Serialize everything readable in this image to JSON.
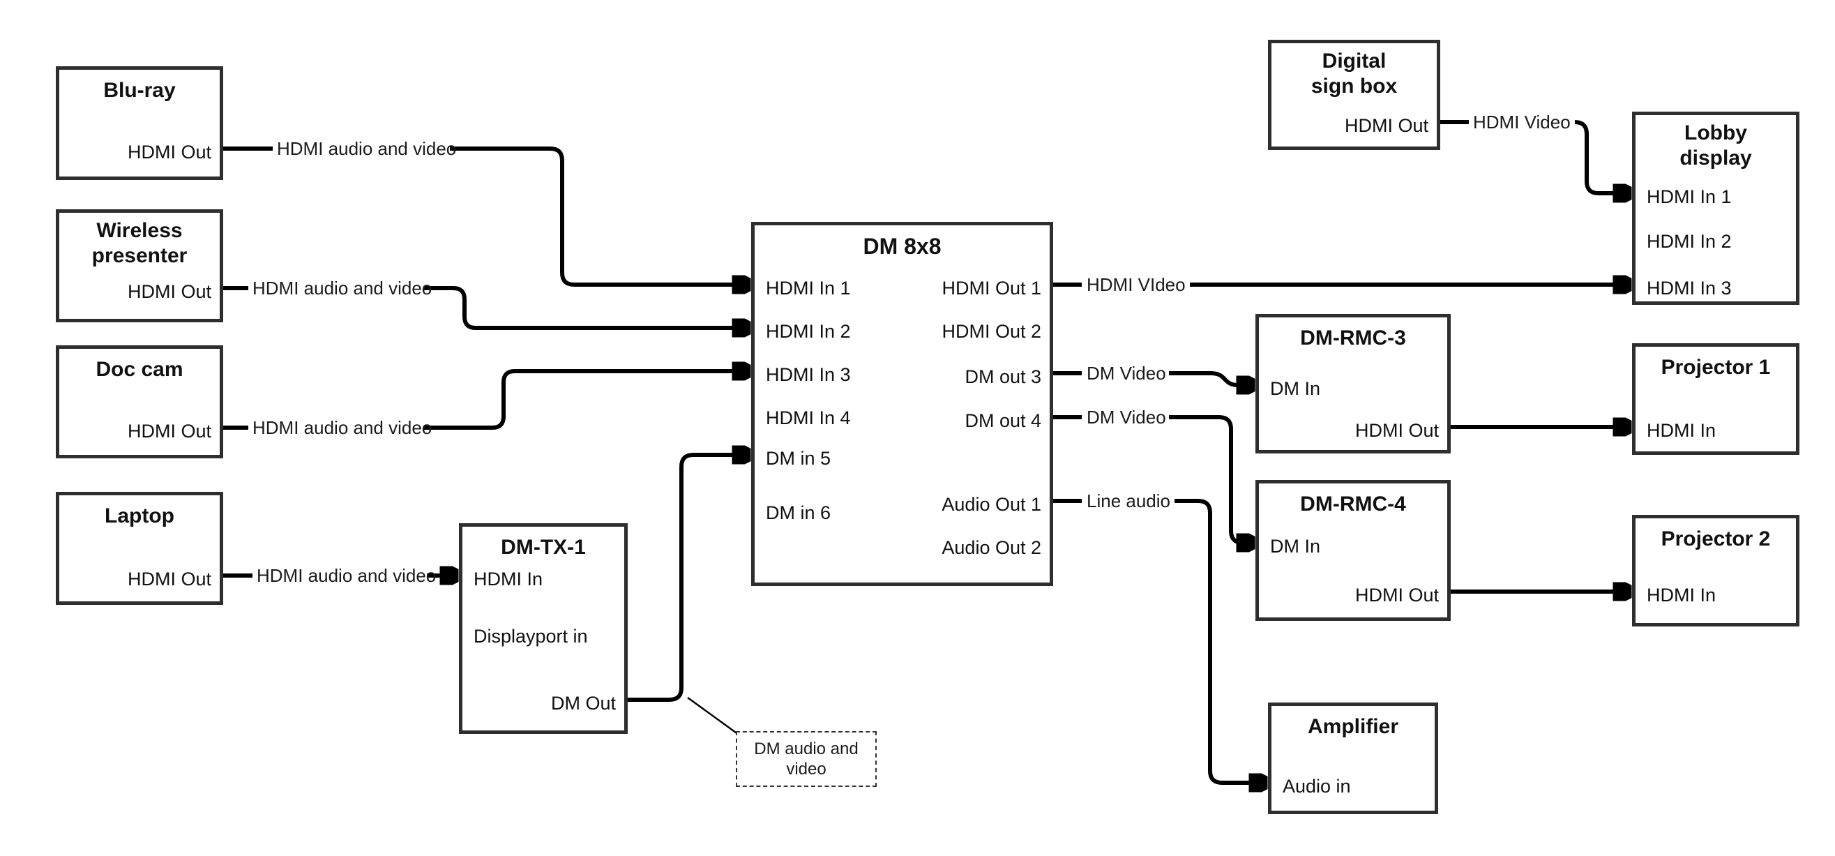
{
  "colors": {
    "background": "#ffffff",
    "wire": "#000000",
    "box_border": "#2e2e2e",
    "text": "#111111"
  },
  "boxes": {
    "bluray": {
      "title": "Blu-ray",
      "ports": {
        "hdmi_out": "HDMI Out"
      }
    },
    "wireless": {
      "title": "Wireless presenter",
      "ports": {
        "hdmi_out": "HDMI Out"
      }
    },
    "doccam": {
      "title": "Doc cam",
      "ports": {
        "hdmi_out": "HDMI Out"
      }
    },
    "laptop": {
      "title": "Laptop",
      "ports": {
        "hdmi_out": "HDMI Out"
      }
    },
    "dmtx1": {
      "title": "DM-TX-1",
      "ports": {
        "hdmi_in": "HDMI In",
        "displayport_in": "Displayport in",
        "dm_out": "DM Out"
      }
    },
    "dm8x8": {
      "title": "DM 8x8",
      "ports": {
        "hdmi_in_1": "HDMI In 1",
        "hdmi_in_2": "HDMI In 2",
        "hdmi_in_3": "HDMI In 3",
        "hdmi_in_4": "HDMI In 4",
        "dm_in_5": "DM in 5",
        "dm_in_6": "DM in 6",
        "hdmi_out_1": "HDMI Out 1",
        "hdmi_out_2": "HDMI Out 2",
        "dm_out_3": "DM out 3",
        "dm_out_4": "DM out 4",
        "audio_out_1": "Audio Out 1",
        "audio_out_2": "Audio Out 2"
      }
    },
    "digisign": {
      "title": "Digital sign box",
      "ports": {
        "hdmi_out": "HDMI Out"
      }
    },
    "lobby": {
      "title": "Lobby display",
      "ports": {
        "hdmi_in_1": "HDMI In 1",
        "hdmi_in_2": "HDMI In 2",
        "hdmi_in_3": "HDMI In 3"
      }
    },
    "rmc3": {
      "title": "DM-RMC-3",
      "ports": {
        "dm_in": "DM In",
        "hdmi_out": "HDMI Out"
      }
    },
    "proj1": {
      "title": "Projector 1",
      "ports": {
        "hdmi_in": "HDMI In"
      }
    },
    "rmc4": {
      "title": "DM-RMC-4",
      "ports": {
        "dm_in": "DM In",
        "hdmi_out": "HDMI Out"
      }
    },
    "proj2": {
      "title": "Projector 2",
      "ports": {
        "hdmi_in": "HDMI In"
      }
    },
    "amp": {
      "title": "Amplifier",
      "ports": {
        "audio_in": "Audio in"
      }
    }
  },
  "connection_labels": {
    "bluray_dm8x8": "HDMI audio and video",
    "wireless_dm8x8": "HDMI audio and video",
    "doccam_dm8x8": "HDMI audio and video",
    "laptop_dmtx1": "HDMI audio and video",
    "dm8x8_lobby": "HDMI VIdeo",
    "dmout3_rmc3": "DM Video",
    "dmout4_rmc4": "DM Video",
    "audioout1_amp": "Line audio",
    "digisign_lobby": "HDMI Video"
  },
  "note": {
    "text": "DM audio and video"
  }
}
